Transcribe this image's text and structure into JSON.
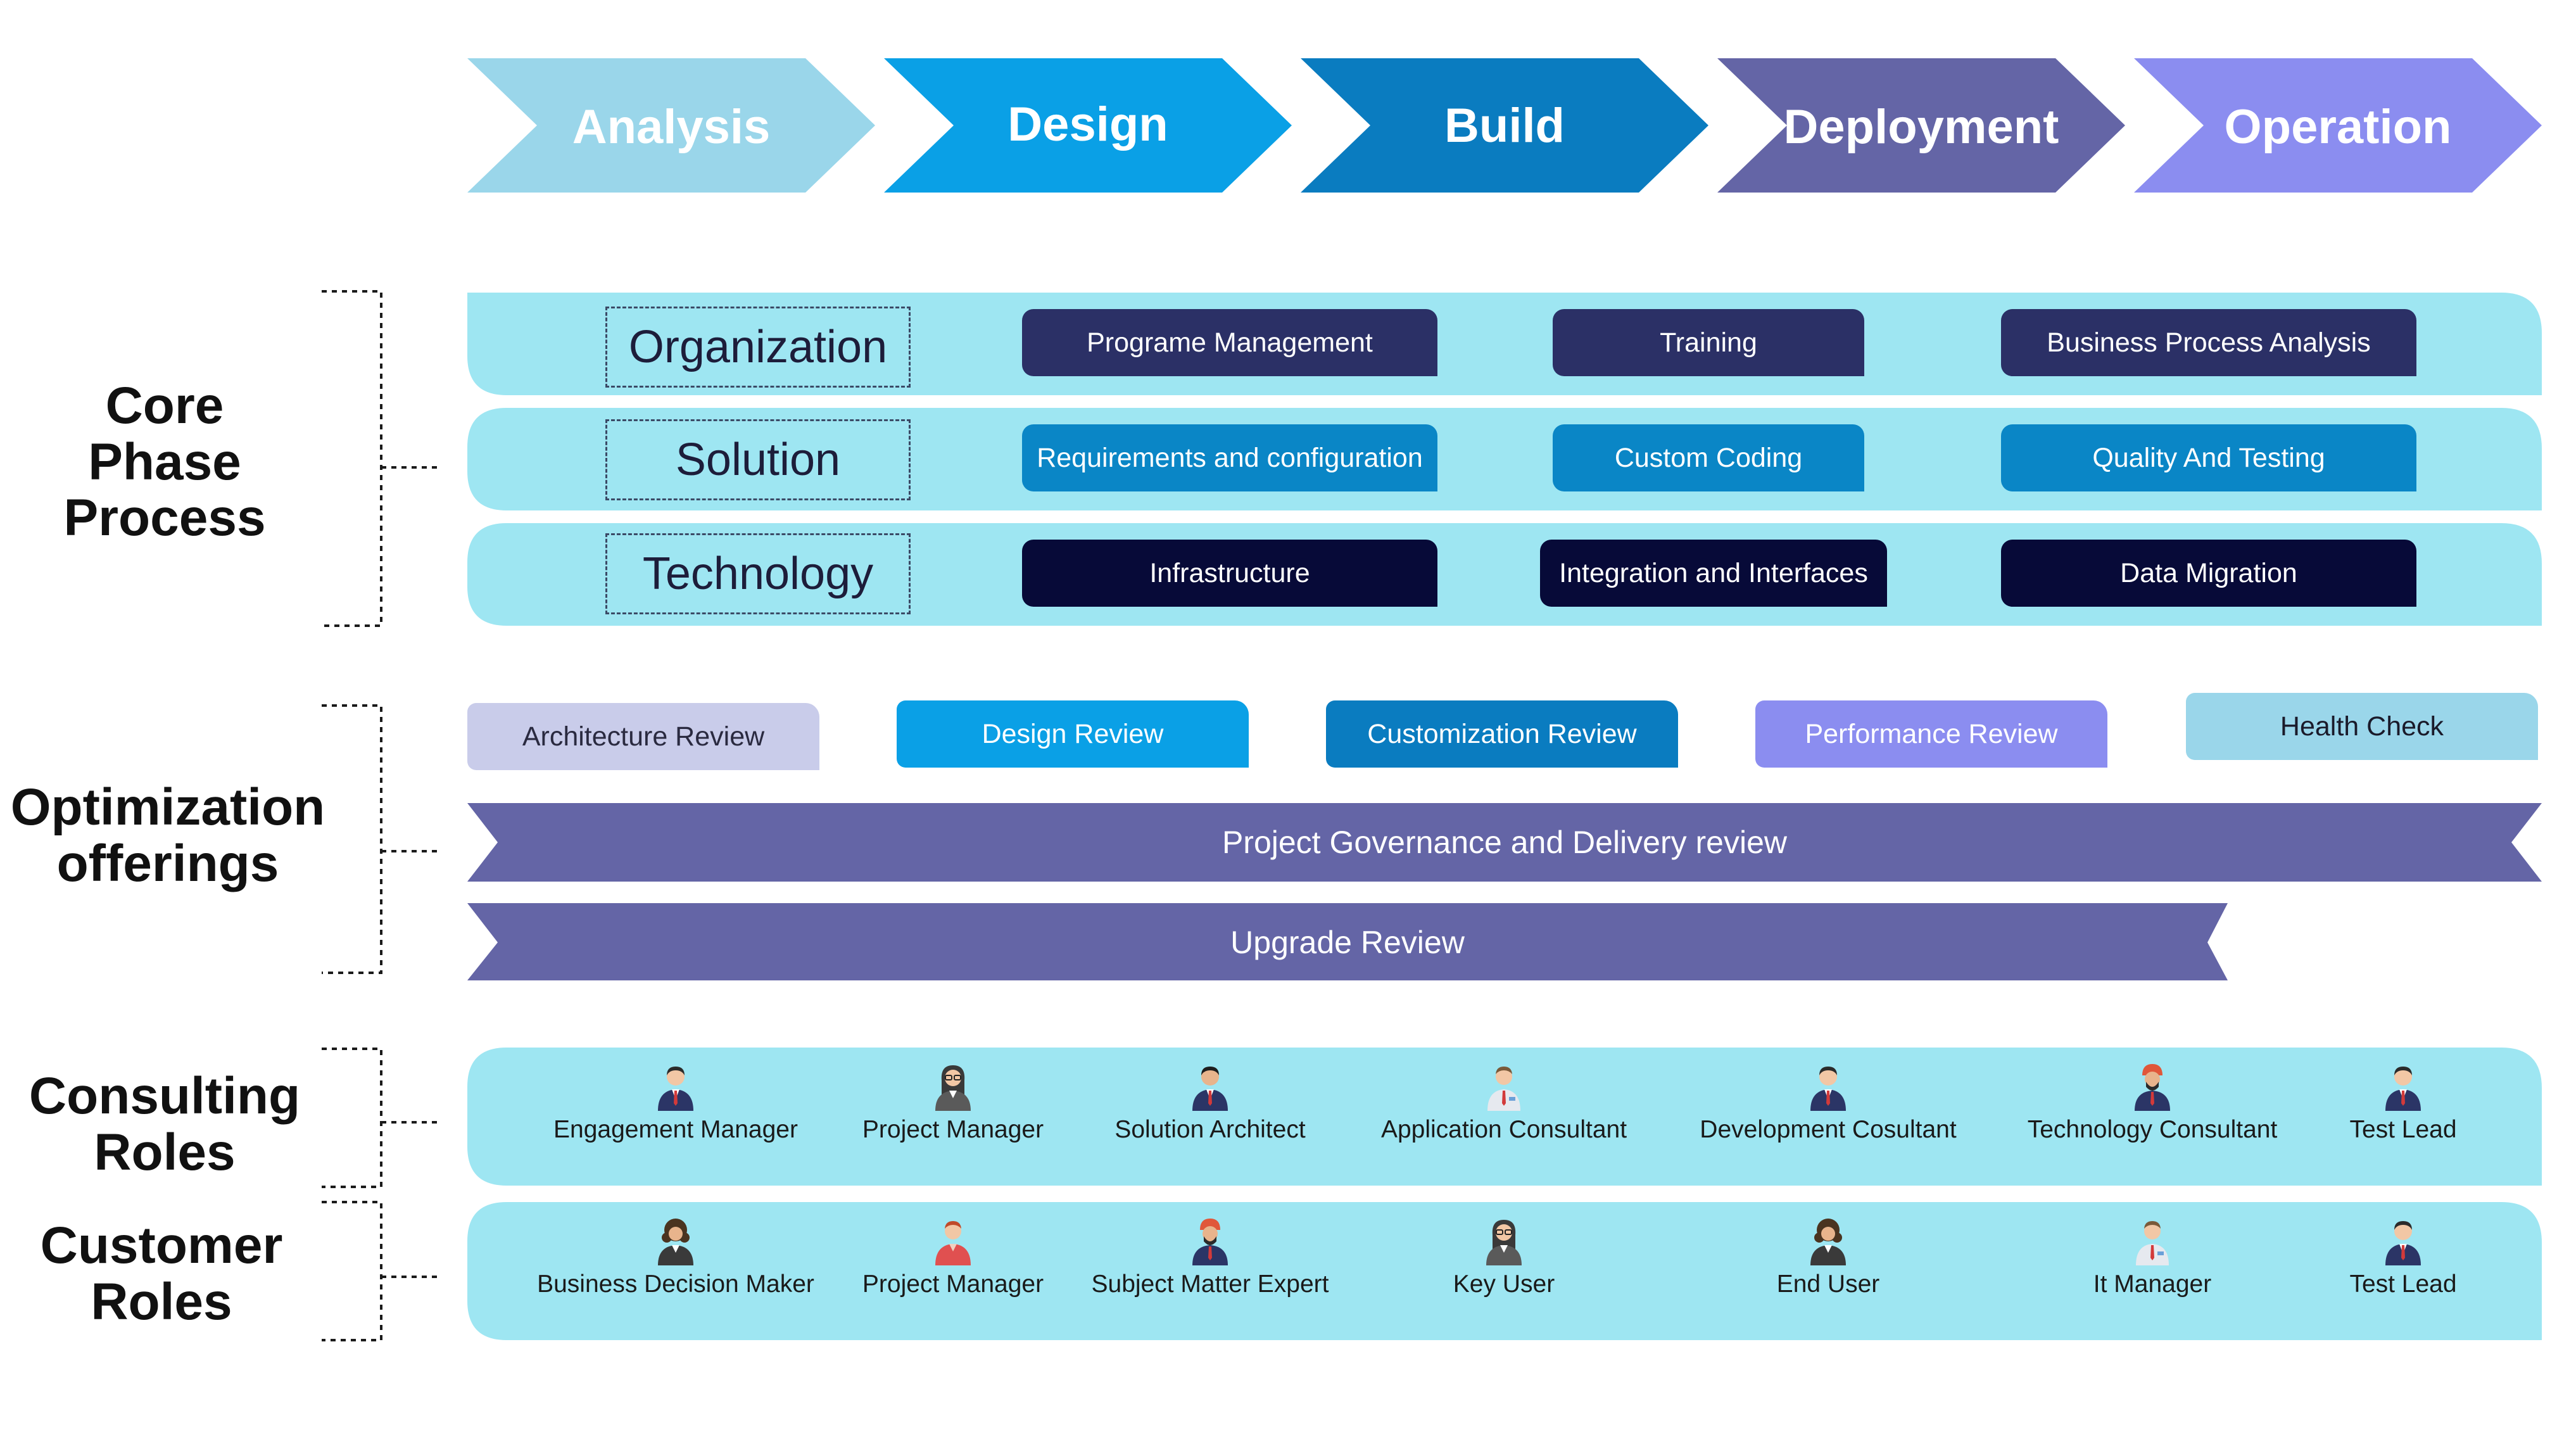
{
  "phases": [
    {
      "label": "Analysis",
      "color": "#9ad6ea"
    },
    {
      "label": "Design",
      "color": "#0aa0e6"
    },
    {
      "label": "Build",
      "color": "#0a7cc0"
    },
    {
      "label": "Deployment",
      "color": "#6465a6"
    },
    {
      "label": "Operation",
      "color": "#8b8df0"
    }
  ],
  "sections": {
    "core": "Core Phase Process",
    "optimization": "Optimization offerings",
    "consulting": "Consulting Roles",
    "customer": "Customer Roles"
  },
  "core_rows": [
    {
      "label": "Organization",
      "items": [
        "Programe Management",
        "Training",
        "Business Process Analysis"
      ]
    },
    {
      "label": "Solution",
      "items": [
        "Requirements and configuration",
        "Custom Coding",
        "Quality And Testing"
      ]
    },
    {
      "label": "Technology",
      "items": [
        "Infrastructure",
        "Integration and Interfaces",
        "Data Migration"
      ]
    }
  ],
  "reviews": [
    {
      "label": "Architecture Review",
      "color": "#c9ccea",
      "text_color": "#2a2a40"
    },
    {
      "label": "Design Review",
      "color": "#0aa0e6",
      "text_color": "#ffffff"
    },
    {
      "label": "Customization Review",
      "color": "#0a7cc0",
      "text_color": "#ffffff"
    },
    {
      "label": "Performance Review",
      "color": "#8b8df0",
      "text_color": "#ffffff"
    },
    {
      "label": "Health Check",
      "color": "#9ad6ea",
      "text_color": "#1a1a2a"
    }
  ],
  "bands": {
    "governance": "Project Governance and Delivery review",
    "upgrade": "Upgrade Review",
    "color": "#6465a6"
  },
  "consulting_roles": [
    {
      "label": "Engagement Manager",
      "icon": "businessman-icon"
    },
    {
      "label": "Project Manager",
      "icon": "businesswoman-glasses-icon"
    },
    {
      "label": "Solution Architect",
      "icon": "businessman-icon"
    },
    {
      "label": "Application Consultant",
      "icon": "consultant-icon"
    },
    {
      "label": "Development Cosultant",
      "icon": "businessman-icon"
    },
    {
      "label": "Technology Consultant",
      "icon": "turban-man-icon"
    },
    {
      "label": "Test Lead",
      "icon": "businessman-icon"
    }
  ],
  "customer_roles": [
    {
      "label": "Business Decision Maker",
      "icon": "woman-curly-hair-icon"
    },
    {
      "label": "Project Manager",
      "icon": "man-red-shirt-icon"
    },
    {
      "label": "Subject Matter Expert",
      "icon": "turban-man-icon"
    },
    {
      "label": "Key User",
      "icon": "businesswoman-glasses-icon"
    },
    {
      "label": "End User",
      "icon": "woman-curly-hair-icon"
    },
    {
      "label": "It Manager",
      "icon": "consultant-icon"
    },
    {
      "label": "Test Lead",
      "icon": "businessman-icon"
    }
  ],
  "colors": {
    "row_bg": "#9ee6f2",
    "navy_pill": "#2b3066",
    "blue_pill": "#0a86c6",
    "dark_pill": "#070a38"
  }
}
